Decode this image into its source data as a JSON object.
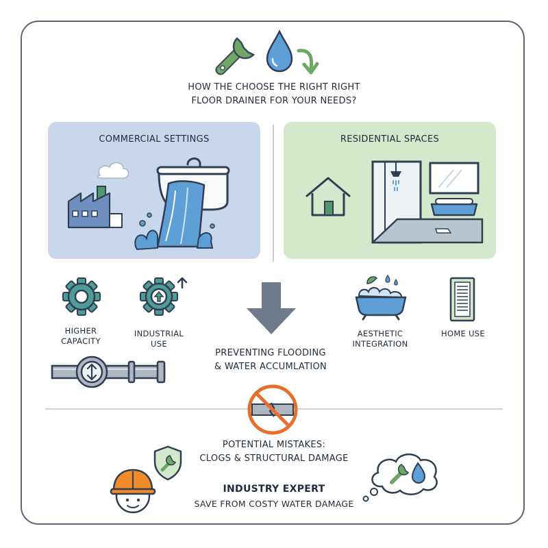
{
  "title_lines": [
    "HOW THE CHOOSE THE RIGHT RIGHT",
    "FLOOR DRAINER FOR YOUR NEEDS?"
  ],
  "panels": {
    "commercial": "COMMERCIAL SETTINGS",
    "residential": "RESIDENTIAL SPACES"
  },
  "features": {
    "higher_capacity": [
      "HIGHER",
      "CAPACITY"
    ],
    "industrial_use": [
      "INDUSTRIAL",
      "USE"
    ],
    "aesthetic_integration": [
      "AESTHETIC",
      "INTEGRATION"
    ],
    "home_use": "HOME USE"
  },
  "center_message": [
    "PREVENTING FLOODING",
    "& WATER ACCUMLATION"
  ],
  "mistakes": [
    "POTENTIAL MISTAKES:",
    "CLOGS & STRUCTURAL DAMAGE"
  ],
  "expert": {
    "title": "INDUSTRY EXPERT",
    "subtitle": "SAVE FROM COSTY WATER DAMAGE"
  },
  "colors": {
    "commercial_panel": "#c8d7ec",
    "residential_panel": "#d4e8cc",
    "water_blue": "#5d9fd6",
    "wrench_green": "#6ea765",
    "gear_teal": "#4f9b97",
    "warning_orange": "#e76f2c",
    "arrow_gray": "#6f7b8a",
    "helmet_orange": "#f08a2b"
  },
  "icons": [
    "wrench-icon",
    "water-drop-icon",
    "arrow-curve-icon",
    "factory-icon",
    "faucet-icon",
    "house-icon",
    "shower-icon",
    "gear-icon",
    "gear-up-icon",
    "bathtub-icon",
    "drain-grate-icon",
    "down-arrow-icon",
    "pipe-valve-icon",
    "no-broken-pipe-icon",
    "shield-wrench-icon",
    "worker-icon",
    "thought-bubble-icon"
  ]
}
